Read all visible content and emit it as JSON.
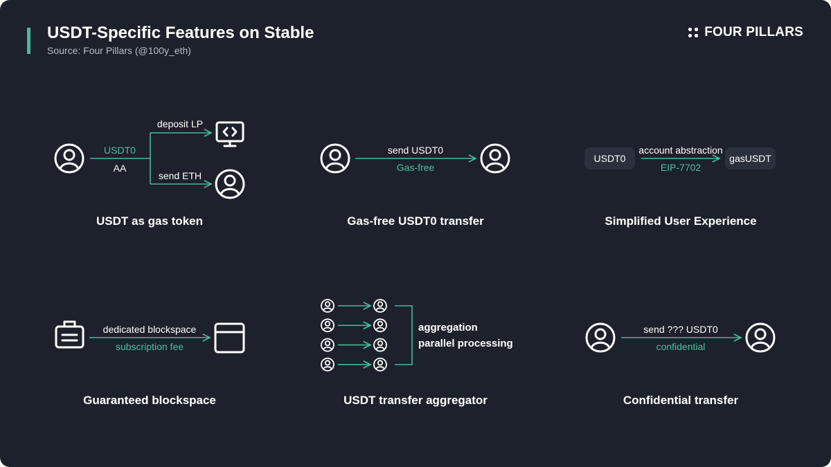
{
  "header": {
    "title": "USDT-Specific Features on Stable",
    "subtitle": "Source: Four Pillars (@100y_eth)",
    "brand": "FOUR PILLARS"
  },
  "colors": {
    "background": "#1c212b",
    "accent": "#4bb89a",
    "green_text": "#4fc1a0",
    "text": "#ffffff",
    "pill": "#2b313c"
  },
  "panels": {
    "gas_token": {
      "caption": "USDT as gas token",
      "label_top": "USDT0",
      "label_bottom": "AA",
      "branch_top": "deposit LP",
      "branch_bottom": "send ETH",
      "icons": [
        "user-icon",
        "monitor-code-icon",
        "user-icon"
      ]
    },
    "gas_free": {
      "caption": "Gas-free USDT0 transfer",
      "label_top": "send USDT0",
      "label_bottom": "Gas-free",
      "icons": [
        "user-icon",
        "user-icon"
      ]
    },
    "simplified_ux": {
      "caption": "Simplified User Experience",
      "from": "USDT0",
      "to": "gasUSDT",
      "label_top": "account abstraction",
      "label_bottom": "EIP-7702"
    },
    "blockspace": {
      "caption": "Guaranteed blockspace",
      "label_top": "dedicated blockspace",
      "label_bottom": "subscription fee",
      "icons": [
        "briefcase-icon",
        "browser-window-icon"
      ]
    },
    "aggregator": {
      "caption": "USDT transfer aggregator",
      "line1": "aggregation",
      "line2": "parallel processing",
      "pairs": 4,
      "icons": [
        "user-icon"
      ]
    },
    "confidential": {
      "caption": "Confidential transfer",
      "label_top": "send ??? USDT0",
      "label_bottom": "confidential",
      "icons": [
        "user-icon",
        "user-icon"
      ]
    }
  }
}
